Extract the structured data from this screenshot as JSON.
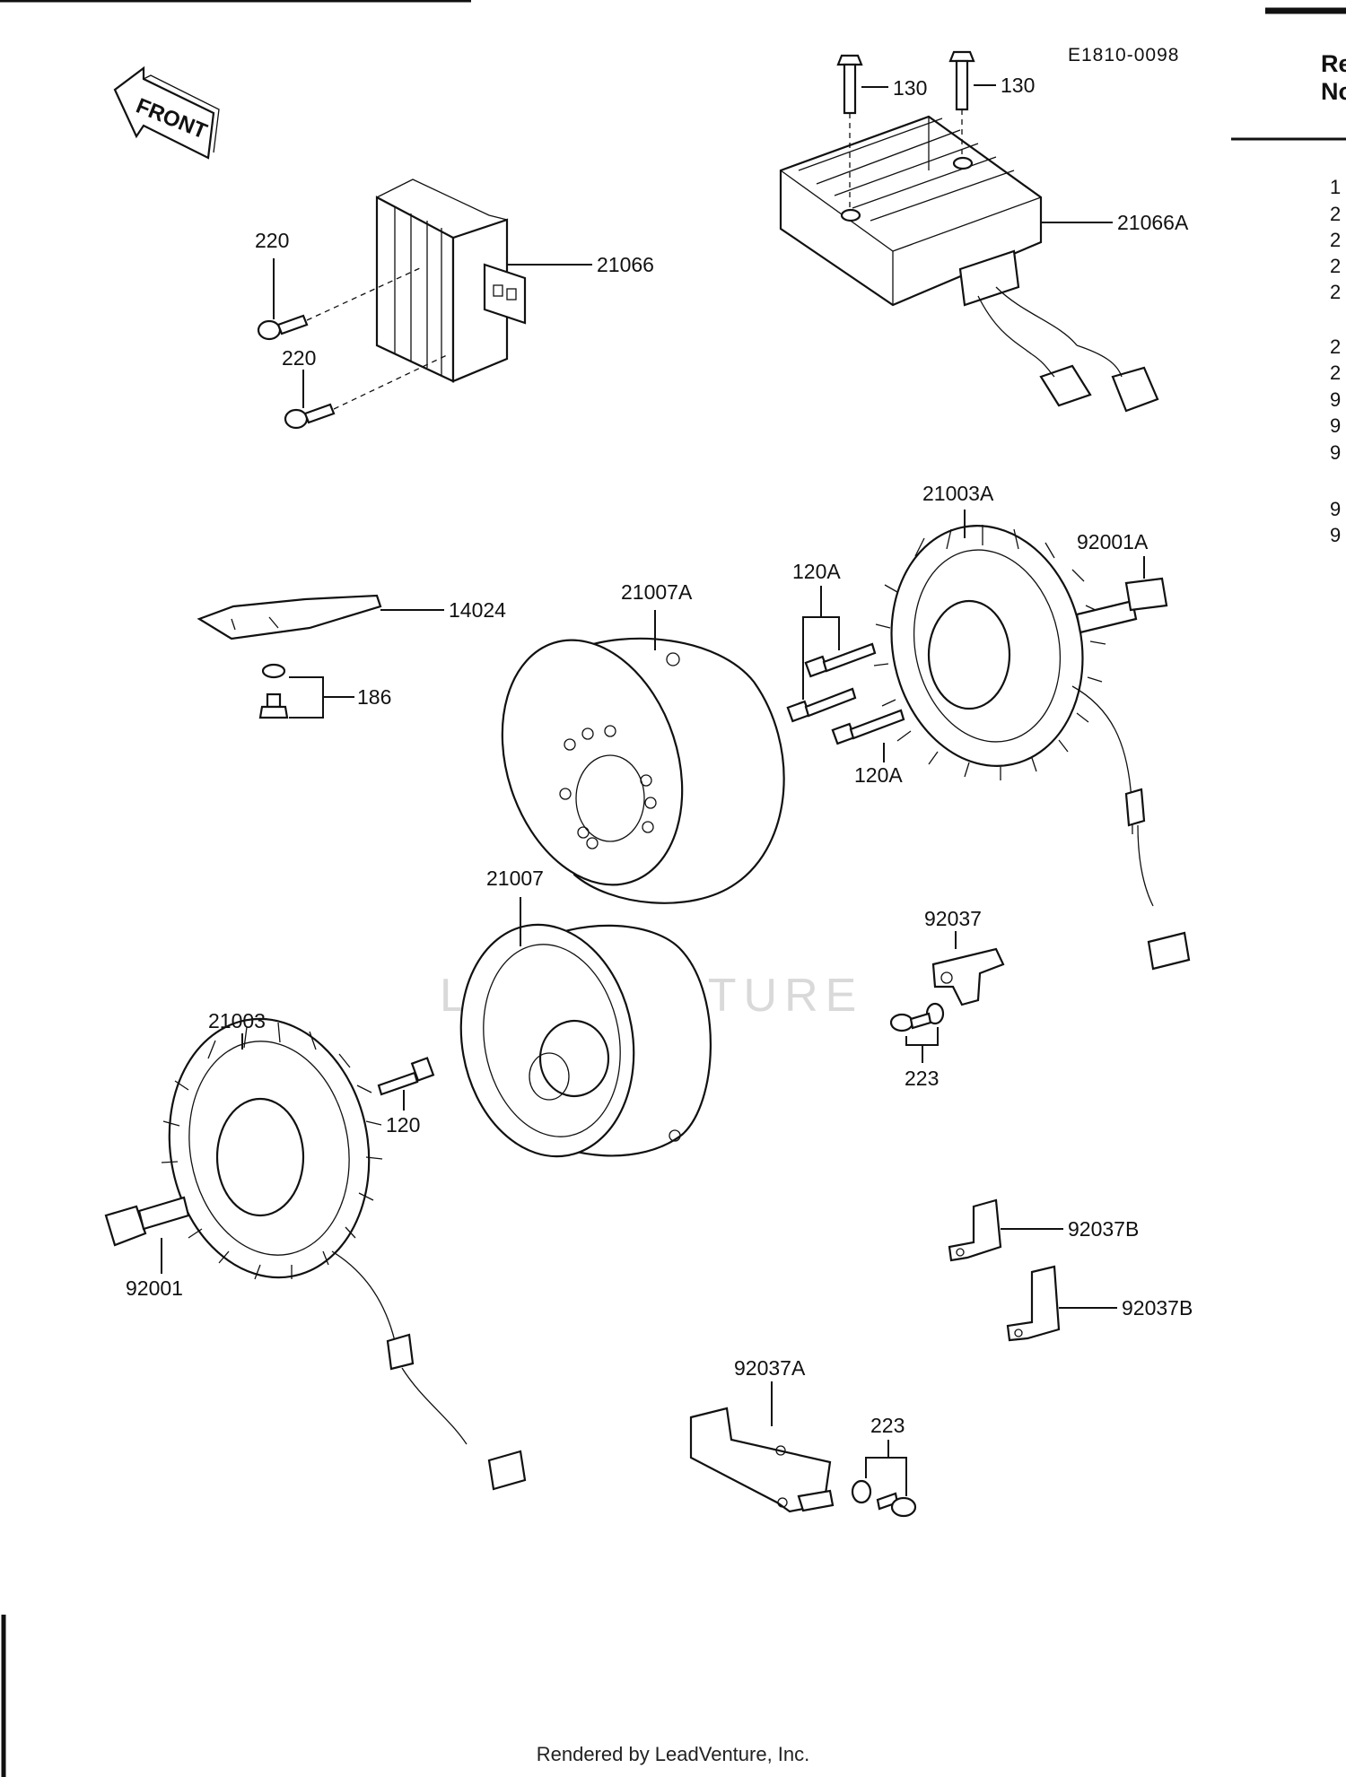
{
  "diagram_code": "E1810-0098",
  "front_arrow_label": "FRONT",
  "watermark": "LEADVENTURE",
  "footer": "Rendered by LeadVenture, Inc.",
  "right_column": {
    "header_line1": "Re",
    "header_line2": "No",
    "items": [
      "1",
      "2",
      "2",
      "2",
      "2",
      "2",
      "2",
      "9",
      "9",
      "9",
      "9",
      "9"
    ]
  },
  "callouts": {
    "c130_left": "130",
    "c130_right": "130",
    "c21066A": "21066A",
    "c21066": "21066",
    "c220_top": "220",
    "c220_bottom": "220",
    "c21003A": "21003A",
    "c92001A": "92001A",
    "c120A_top": "120A",
    "c120A_bottom": "120A",
    "c21007A": "21007A",
    "c14024": "14024",
    "c186": "186",
    "c21007": "21007",
    "c92037": "92037",
    "c223_top": "223",
    "c21003": "21003",
    "c120": "120",
    "c92001": "92001",
    "c92037B_1": "92037B",
    "c92037B_2": "92037B",
    "c92037A": "92037A",
    "c223_bottom": "223"
  }
}
